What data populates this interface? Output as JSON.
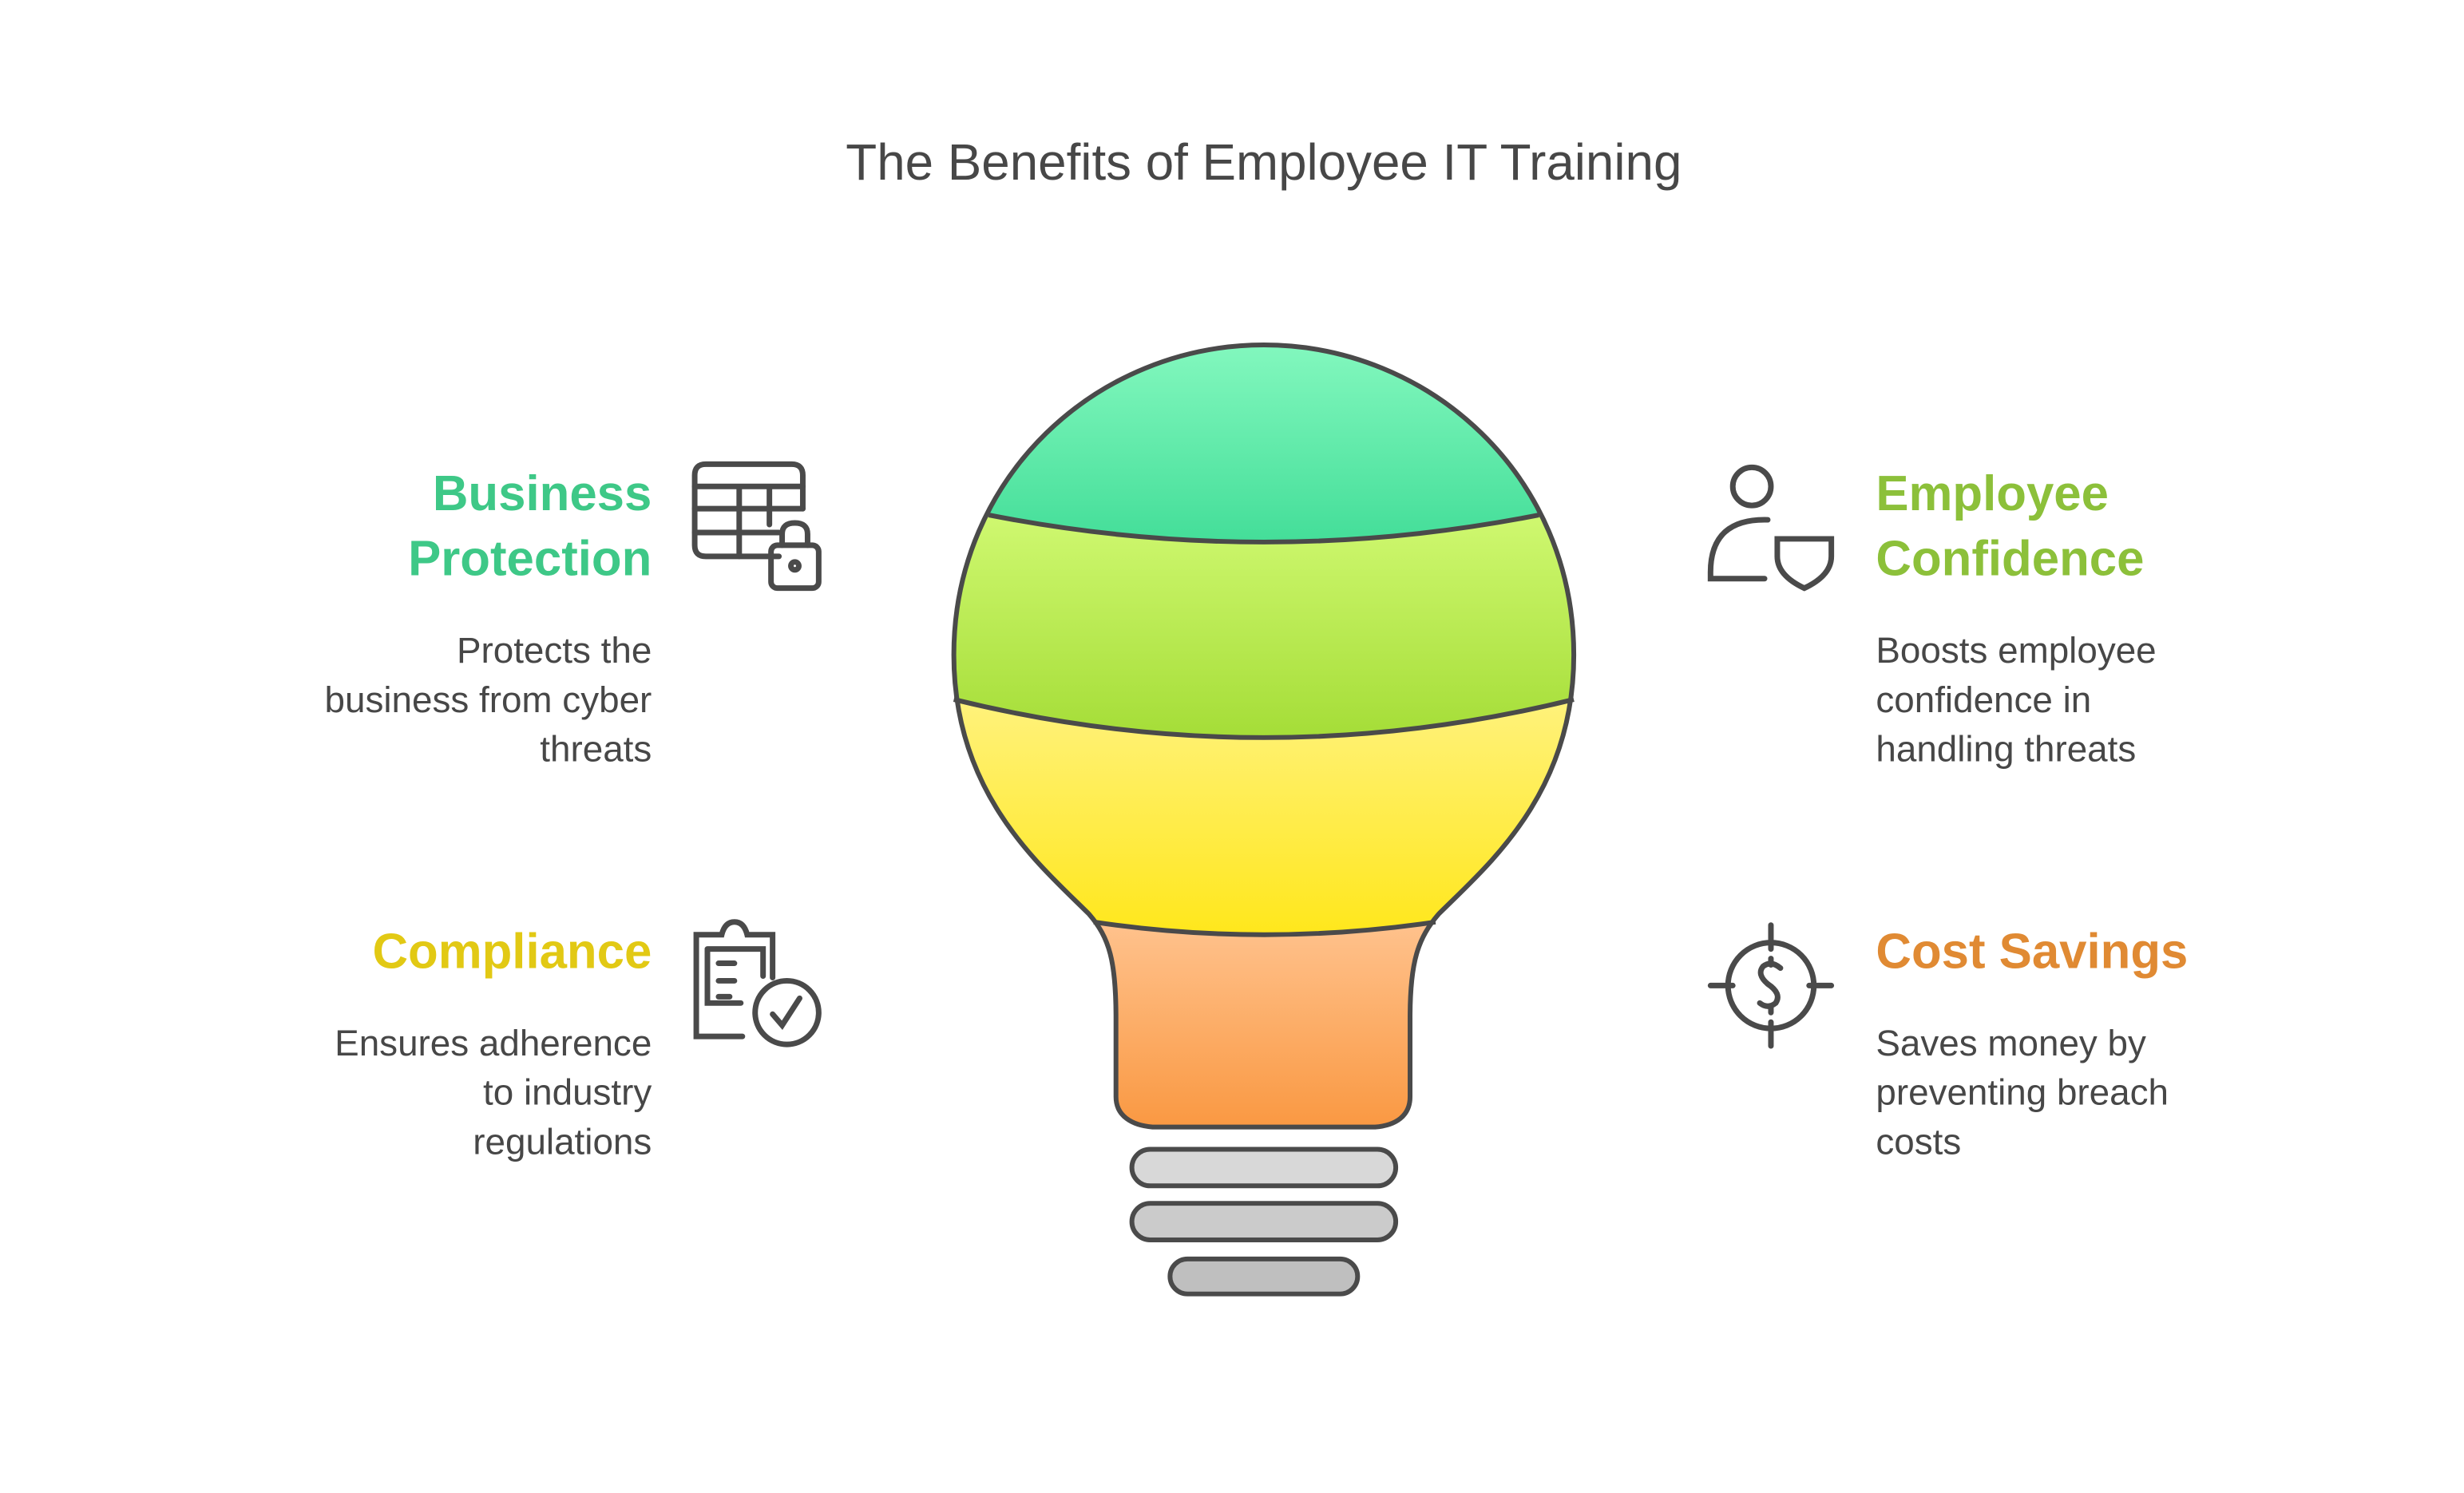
{
  "title": "The Benefits of Employee IT Training",
  "benefits": [
    {
      "id": "business-protection",
      "heading_lines": [
        "Business",
        "Protection"
      ],
      "description_lines": [
        "Protects the",
        "business from cyber",
        "threats"
      ],
      "color": "#3ec887",
      "icon": "table-lock-icon"
    },
    {
      "id": "compliance",
      "heading_lines": [
        "Compliance"
      ],
      "description_lines": [
        "Ensures adherence",
        "to industry",
        "regulations"
      ],
      "color": "#e2c914",
      "icon": "clipboard-check-icon"
    },
    {
      "id": "employee-confidence",
      "heading_lines": [
        "Employee",
        "Confidence"
      ],
      "description_lines": [
        "Boosts employee",
        "confidence in",
        "handling threats"
      ],
      "color": "#8cc03a",
      "icon": "user-shield-icon"
    },
    {
      "id": "cost-savings",
      "heading_lines": [
        "Cost Savings"
      ],
      "description_lines": [
        "Saves money by",
        "preventing breach",
        "costs"
      ],
      "color": "#e08a33",
      "icon": "dollar-target-icon"
    }
  ],
  "bulb_colors": {
    "band1": [
      "#86f9c0",
      "#3fdc96"
    ],
    "band2": [
      "#cff870",
      "#a3dc35"
    ],
    "band3": [
      "#fff27c",
      "#ffe614"
    ],
    "band4": [
      "#ffc28d",
      "#f9953c"
    ],
    "outline": "#4a4a4a"
  }
}
